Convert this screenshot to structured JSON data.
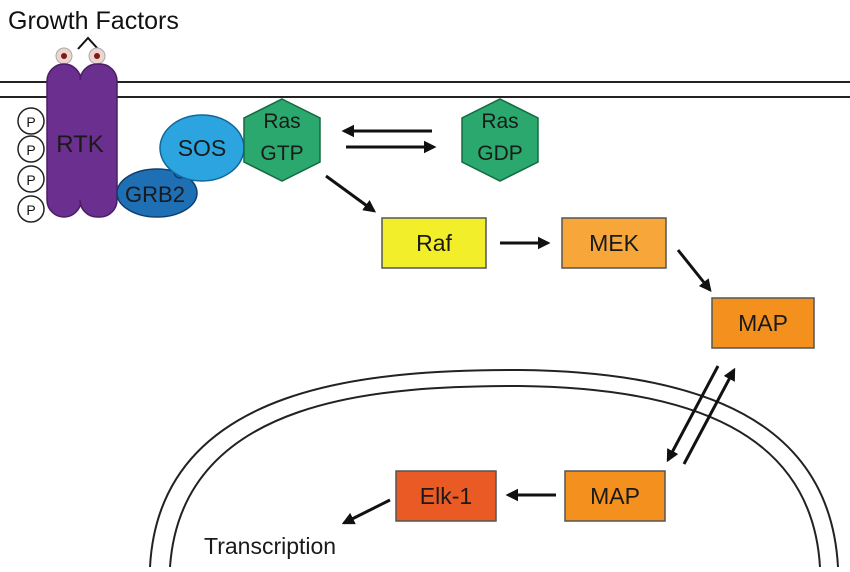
{
  "labels": {
    "growth_factors": "Growth Factors",
    "rtk": "RTK",
    "phospho": "P",
    "sos": "SOS",
    "grb2": "GRB2",
    "ras_gtp": [
      "Ras",
      "GTP"
    ],
    "ras_gdp": [
      "Ras",
      "GDP"
    ],
    "raf": "Raf",
    "mek": "MEK",
    "map_cytoplasm": "MAP",
    "map_nucleus": "MAP",
    "elk1": "Elk-1",
    "transcription": "Transcription"
  },
  "colors": {
    "rtk": "#6a2f8f",
    "sos": "#2ba4df",
    "grb2": "#1f6fb5",
    "ras": "#2aa86d",
    "raf": "#f2ef2a",
    "mek": "#f7a73a",
    "map": "#f4901e",
    "elk1": "#ea5a24",
    "ligand": "#efd3d0",
    "ligand_center": "#7a1d12",
    "line": "#1a1a1a"
  }
}
